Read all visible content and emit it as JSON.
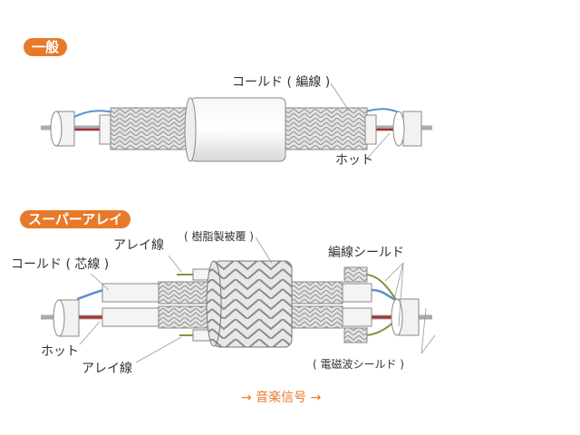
{
  "sections": {
    "general": {
      "badge": "一般",
      "labels": {
        "cold": "コールド ( 編線 )",
        "hot": "ホット"
      }
    },
    "super_array": {
      "badge": "スーパーアレイ",
      "labels": {
        "cold": "コールド ( 芯線 )",
        "array_top": "アレイ線",
        "coating": "( 樹脂製被覆 )",
        "braid_shield": "編線シールド",
        "hot": "ホット",
        "array_bottom": "アレイ線",
        "em_shield": "( 電磁波シールド )"
      },
      "signal": "→ 音楽信号 →"
    }
  },
  "colors": {
    "accent": "#e8792a",
    "cold_wire": "#5b8fd0",
    "hot_wire": "#a23030",
    "array_wire": "#7a9a3a"
  }
}
